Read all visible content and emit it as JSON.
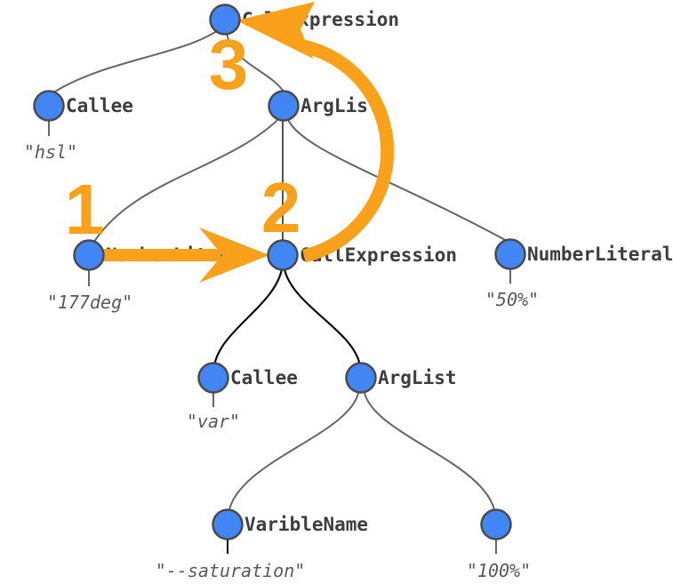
{
  "colors": {
    "accent_orange": "#F9A11B",
    "node_fill_blue": "#4285F4",
    "node_stroke": "#4A4A4A",
    "edge_gray": "#666666",
    "edge_black": "#0B0B0B",
    "label_text": "#3D3D3D",
    "value_text": "#595959"
  },
  "nodes": [
    {
      "label": "CallExpression"
    },
    {
      "label": "Callee",
      "value": "\"hsl\""
    },
    {
      "label": "ArgList"
    },
    {
      "label": "NumberLiteral",
      "value": "\"177deg\""
    },
    {
      "label": "CallExpression"
    },
    {
      "label": "NumberLiteral",
      "value": "\"50%\""
    },
    {
      "label": "Callee",
      "value": "\"var\""
    },
    {
      "label": "ArgList"
    },
    {
      "label": "VaribleName",
      "value": "\"--saturation\""
    },
    {
      "label": "",
      "value": "\"100%\""
    }
  ],
  "steps": {
    "step1": "1",
    "step2": "2",
    "step3": "3"
  }
}
